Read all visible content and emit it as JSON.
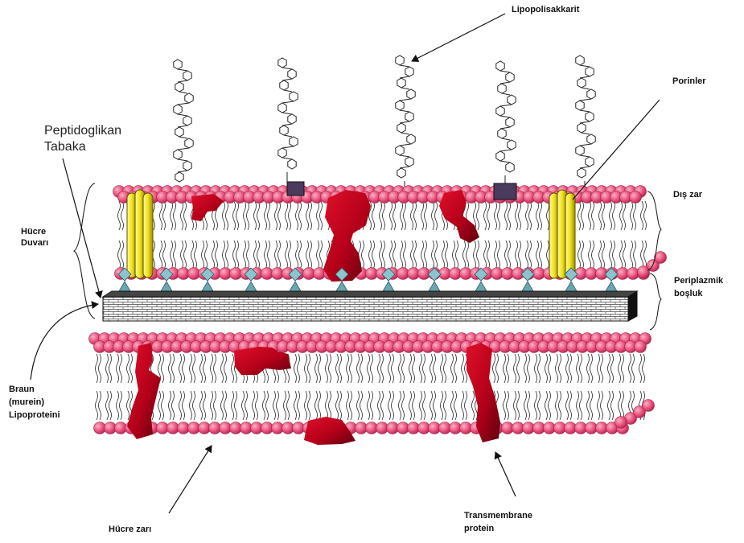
{
  "labels": {
    "lipopolisakkarit": "Lipopolisakkarit",
    "porinler": "Porinler",
    "peptidoglikan_1": "Peptidoglikan",
    "peptidoglikan_2": "Tabaka",
    "dis_zar": "Dış zar",
    "hucre_duvari_1": "Hücre",
    "hucre_duvari_2": "Duvarı",
    "periplazmik_1": "Periplazmik",
    "periplazmik_2": "boşluk",
    "braun_1": "Braun",
    "braun_2": "(murein)",
    "braun_3": "Lipoproteini",
    "hucre_zari": "Hücre zarı",
    "transmembrane_1": "Transmembrane",
    "transmembrane_2": "protein"
  },
  "colors": {
    "lipid_head": "#e8507a",
    "lipid_head_edge": "#9c2347",
    "protein": "#b5001a",
    "protein_dark": "#6a0010",
    "porin": "#f0e020",
    "porin_edge": "#6b6300",
    "lps_anchor": "#4a3a5e",
    "lipoprotein": "#8cc3cc",
    "peptidoglycan": "#ffffff",
    "peptidoglycan_edge": "#222222"
  }
}
